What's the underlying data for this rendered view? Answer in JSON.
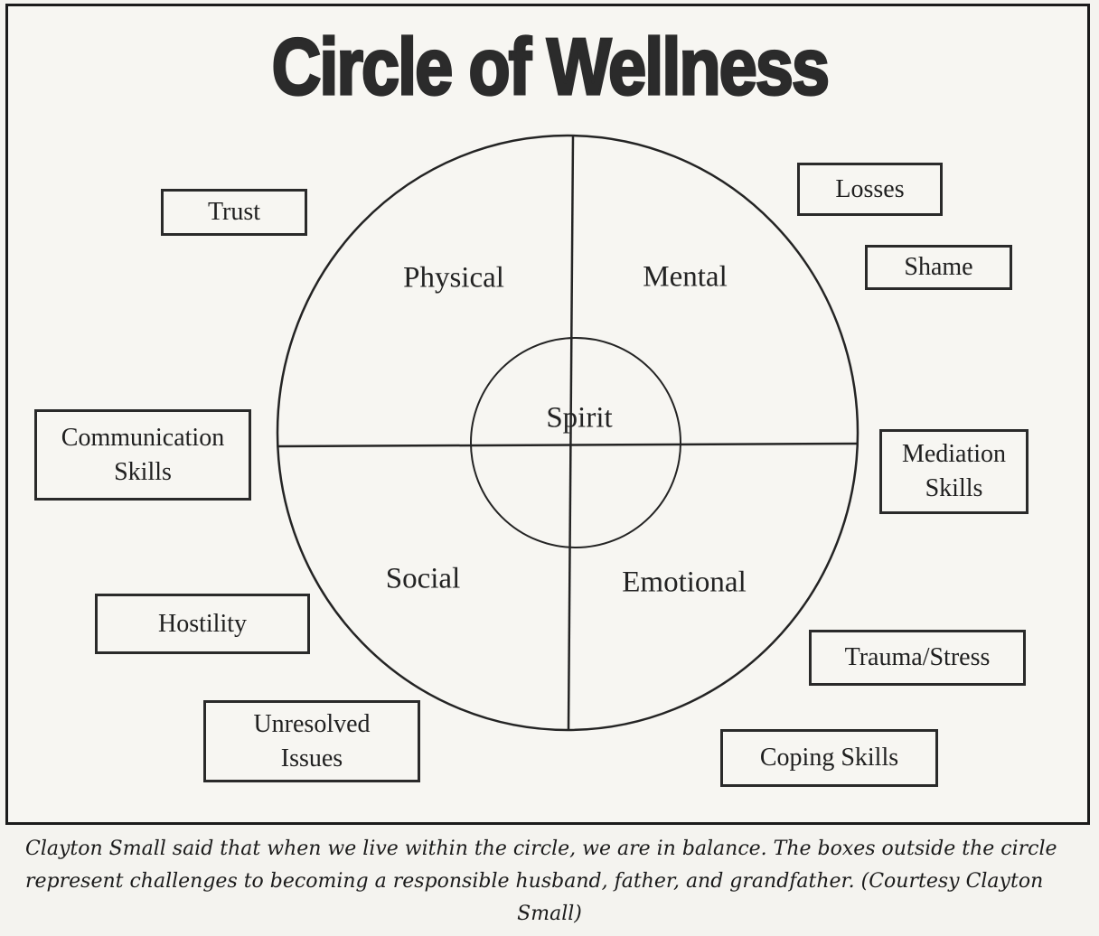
{
  "title": "Circle of Wellness",
  "circle": {
    "center_label": "Spirit",
    "quadrants": {
      "top_left": "Physical",
      "top_right": "Mental",
      "bottom_left": "Social",
      "bottom_right": "Emotional"
    }
  },
  "boxes": [
    {
      "id": "trust",
      "label": "Trust"
    },
    {
      "id": "losses",
      "label": "Losses"
    },
    {
      "id": "shame",
      "label": "Shame"
    },
    {
      "id": "communication-skills",
      "label": "Communication Skills"
    },
    {
      "id": "mediation-skills",
      "label": "Mediation Skills"
    },
    {
      "id": "hostility",
      "label": "Hostility"
    },
    {
      "id": "trauma-stress",
      "label": "Trauma/Stress"
    },
    {
      "id": "unresolved-issues",
      "label": "Unresolved Issues"
    },
    {
      "id": "coping-skills",
      "label": "Coping Skills"
    }
  ],
  "caption": {
    "lines": [
      "Clayton Small said that when we live within the circle, we are in balance. The boxes outside the circle",
      "represent challenges to becoming a responsible husband, father, and grandfather. (Courtesy Clayton",
      "Small)"
    ]
  },
  "colors": {
    "ink": "#1d1d1d",
    "paper": "#f7f6f2"
  }
}
